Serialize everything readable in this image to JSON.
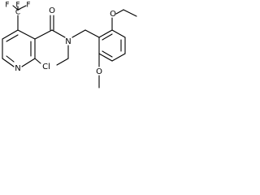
{
  "structure": {
    "atoms": {
      "f1": "F",
      "f2": "F",
      "f3": "F",
      "c_cf3": "C",
      "o_carbonyl": "O",
      "n_amide": "N",
      "n_pyridine": "N",
      "cl": "Cl",
      "o_methoxy_top": "O",
      "o_methoxy_bottom": "O"
    }
  }
}
